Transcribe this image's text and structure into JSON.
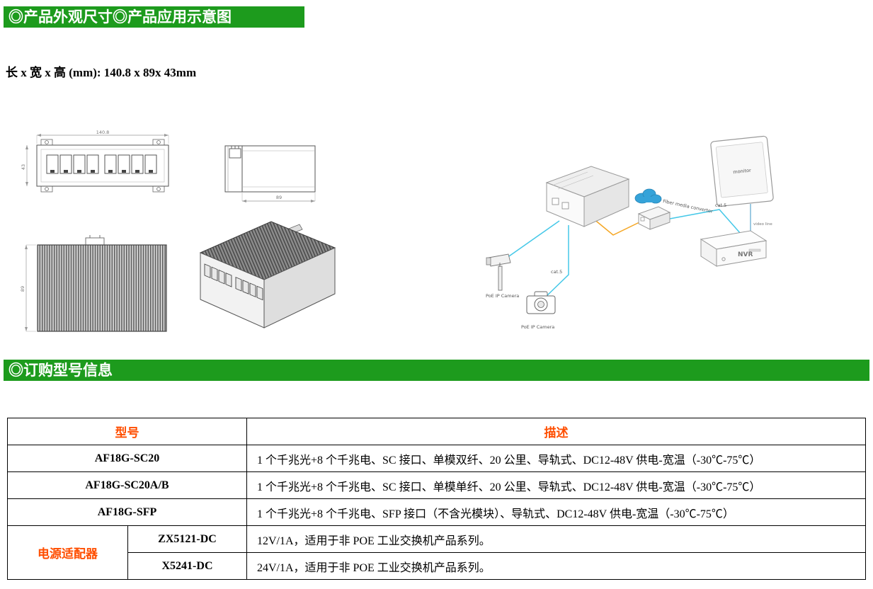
{
  "sections": {
    "appearance_title": "◎产品外观尺寸◎产品应用示意图",
    "ordering_title": "◎订购型号信息"
  },
  "dimensions_line": "长 x 宽 x 高 (mm): 140.8 x 89x 43mm",
  "drawings": {
    "front": {
      "width_dim": "140.8",
      "height_dim": "43"
    },
    "side": {
      "depth_dim": "89"
    },
    "top": {
      "height_dim": "89"
    }
  },
  "diagram": {
    "fiber_converter_label": "Fiber media converter",
    "monitor_label": "monitor",
    "nvr_label": "NVR",
    "cat5_label_cameras": "cat.5",
    "cat5_label_nvr": "cat.5",
    "video_line_label": "video line",
    "camera1_label": "PoE IP Camera",
    "camera2_label": "PoE IP Camera"
  },
  "table": {
    "header": {
      "model": "型号",
      "description": "描述"
    },
    "rows": [
      {
        "model": "AF18G-SC20",
        "description": "1 个千兆光+8 个千兆电、SC 接口、单模双纤、20 公里、导轨式、DC12-48V 供电-宽温（-30℃-75℃）"
      },
      {
        "model": "AF18G-SC20A/B",
        "description": "1 个千兆光+8 个千兆电、SC 接口、单模单纤、20 公里、导轨式、DC12-48V 供电-宽温（-30℃-75℃）"
      },
      {
        "model": "AF18G-SFP",
        "description": "1 个千兆光+8 个千兆电、SFP 接口（不含光模块）、导轨式、DC12-48V 供电-宽温（-30℃-75℃）"
      }
    ],
    "adapter": {
      "category": "电源适配器",
      "rows": [
        {
          "model": "ZX5121-DC",
          "description": "12V/1A，适用于非 POE 工业交换机产品系列。"
        },
        {
          "model": "X5241-DC",
          "description": "24V/1A，适用于非 POE 工业交换机产品系列。"
        }
      ]
    }
  },
  "colors": {
    "banner_green": "#1d9b1d",
    "table_header_red": "#ff4e00",
    "cable_cyan": "#45c8e8",
    "cable_orange": "#f5a623",
    "cloud_blue": "#35a3d9"
  }
}
